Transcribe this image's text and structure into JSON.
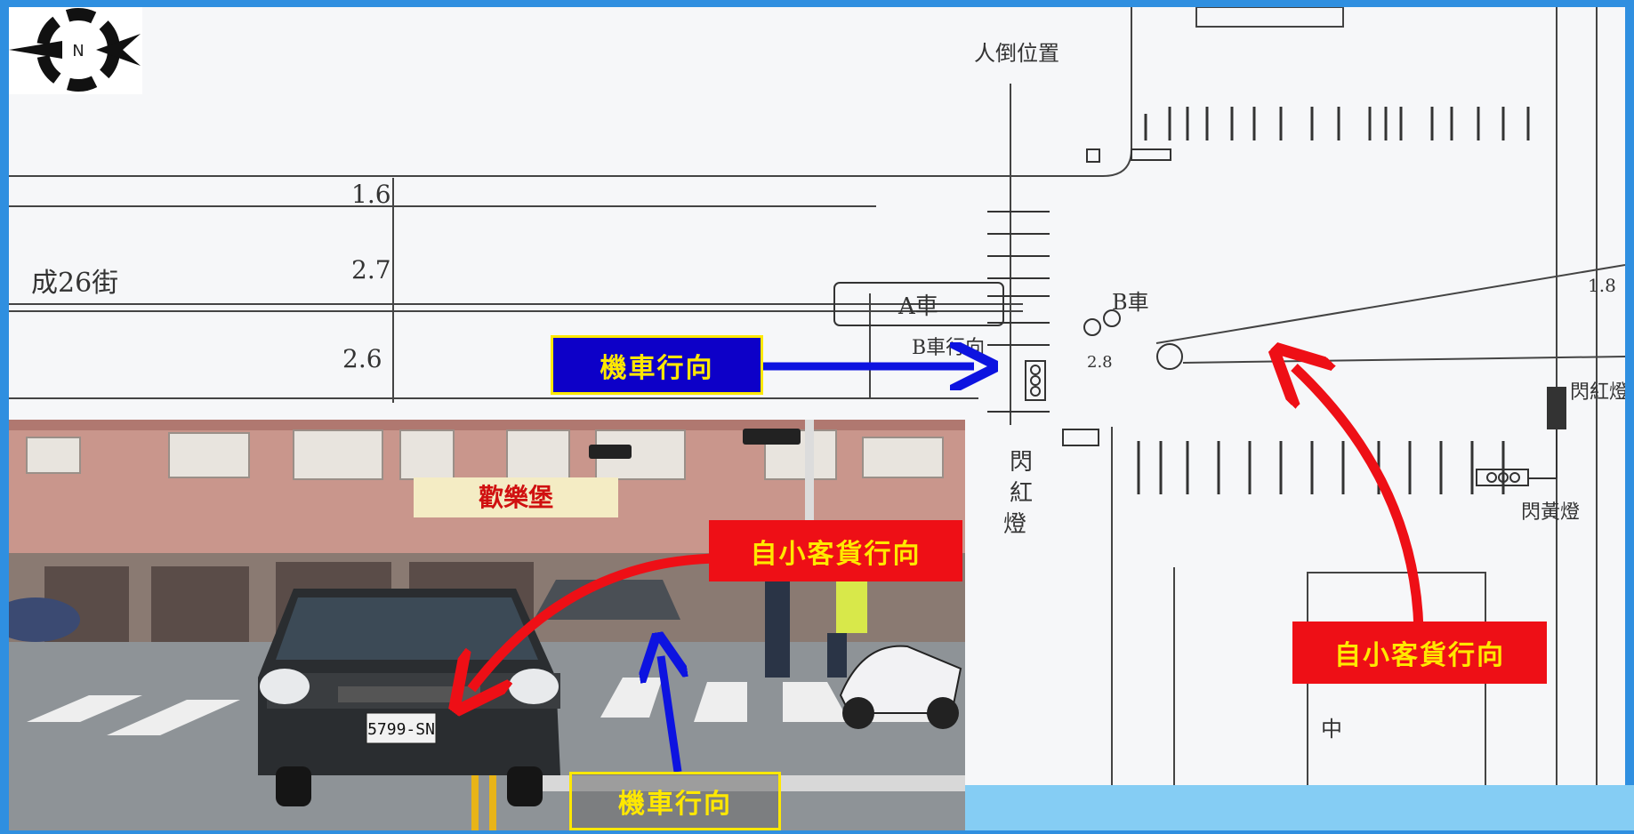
{
  "colors": {
    "frame": "#2f8fe0",
    "paper": "#f6f7f9",
    "label_blue": "#0d00c8",
    "label_red": "#ee0f16",
    "label_text": "#ffe800",
    "arrow_blue": "#0d13e0",
    "arrow_red": "#ee0f16",
    "bottom_band": "#85cdf4"
  },
  "compass": {
    "letter": "N",
    "icon": "north-arrow-icon"
  },
  "labels": {
    "motorcycle_top": "機車行向",
    "car_photo": "自小客貨行向",
    "car_sketch": "自小客貨行向",
    "motorcycle_bottom": "機車行向"
  },
  "sketch_text": {
    "street_name": "成26街",
    "dim_1": "1.6",
    "dim_2": "2.7",
    "dim_3": "2.6",
    "vehicle_a": "A車",
    "vehicle_b": "B車",
    "b_direction": "B車行向",
    "person_position": "人倒位置",
    "flashing_red_1": "閃",
    "flashing_red_2": "紅",
    "flashing_red_3": "燈",
    "flash_light_right": "閃紅燈",
    "flash_yellow": "閃黃燈",
    "road_zhong": "中",
    "measure_a": "2.8",
    "measure_b": "1.8"
  },
  "photo": {
    "shop_sign": "歡樂堡",
    "plate": "5799-SN"
  }
}
